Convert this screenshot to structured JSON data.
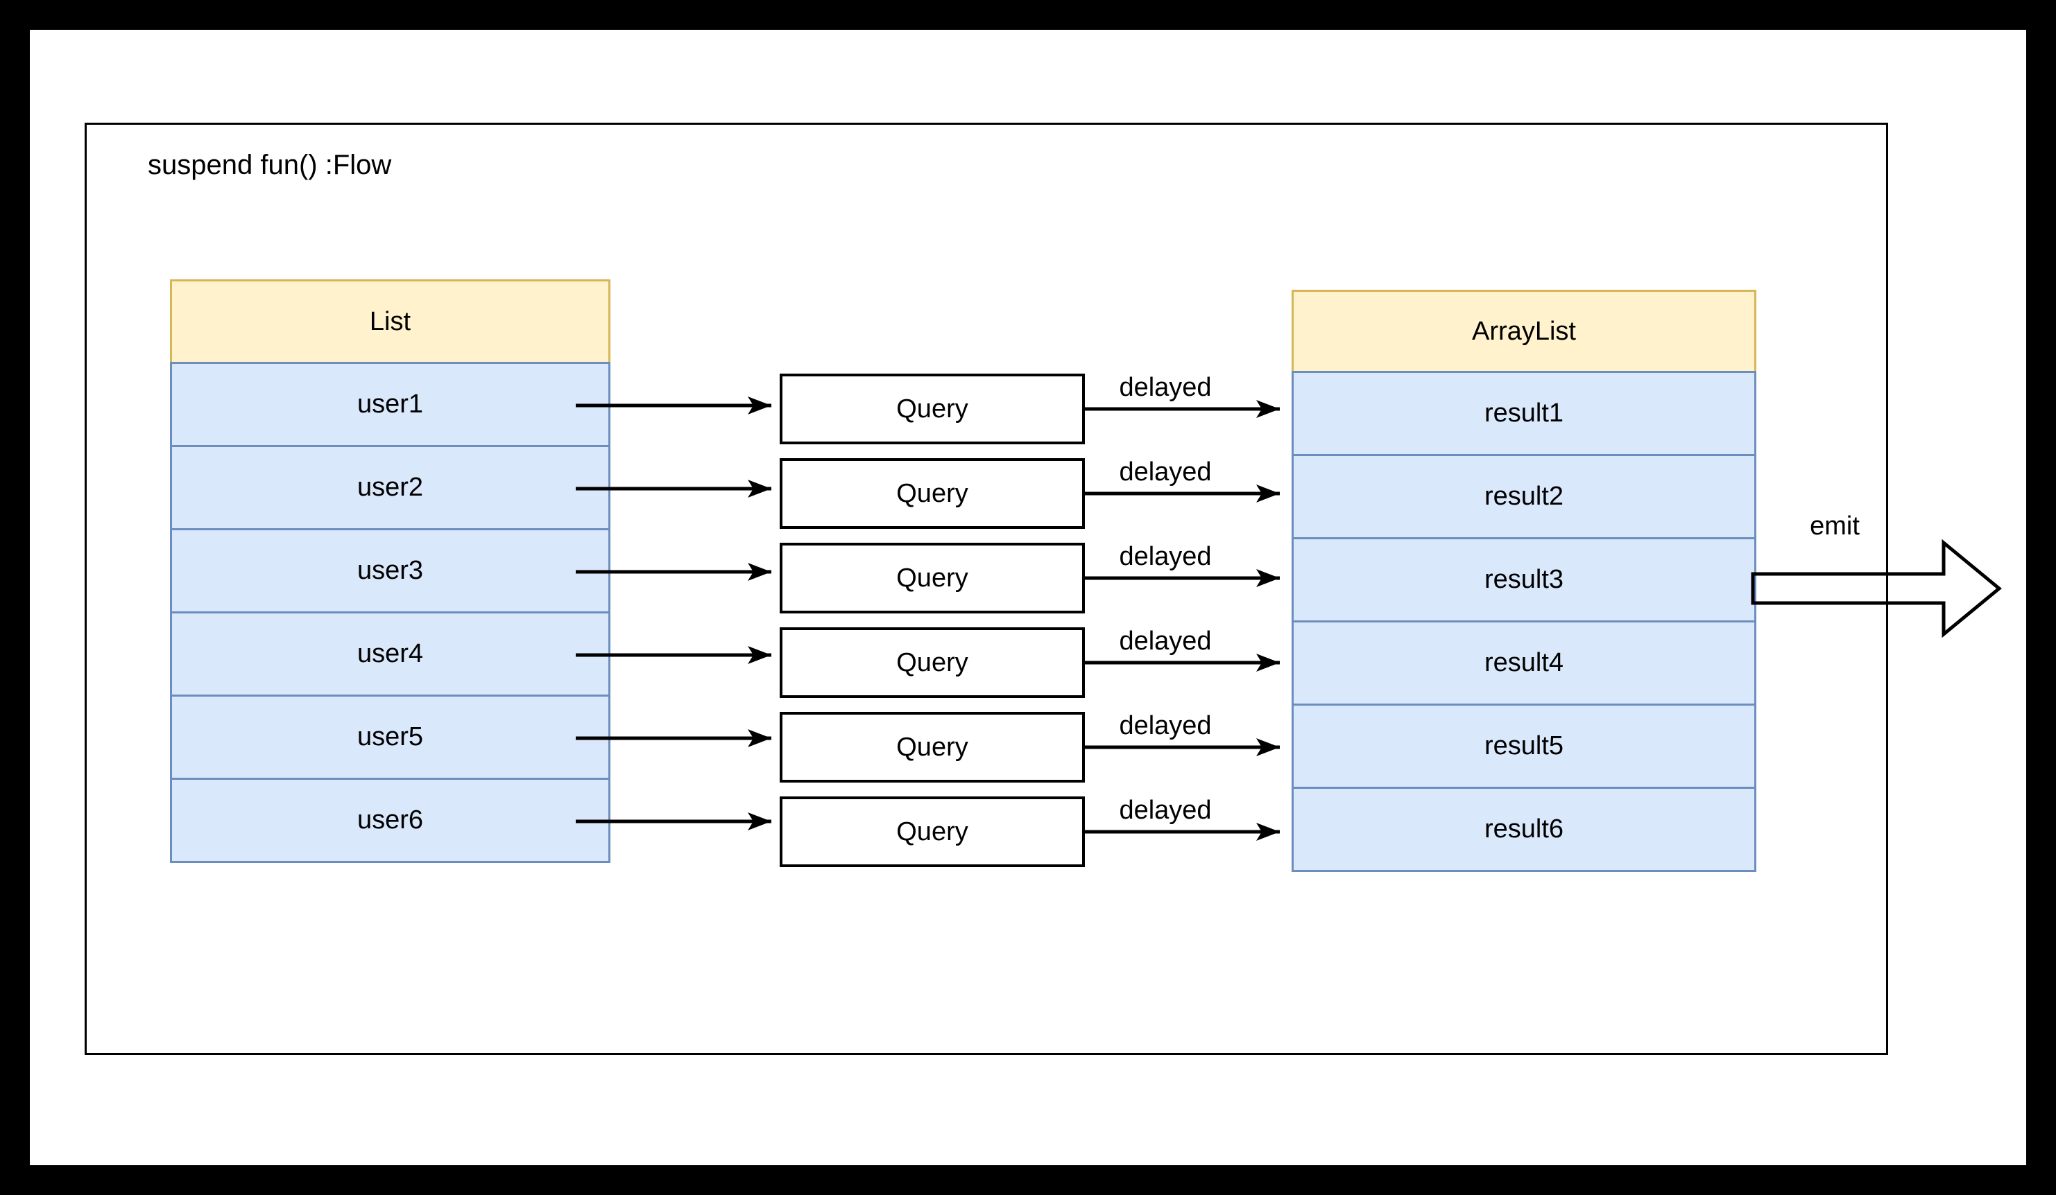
{
  "frame": {
    "title": "suspend fun() :Flow"
  },
  "list_table": {
    "header": "List",
    "rows": [
      "user1",
      "user2",
      "user3",
      "user4",
      "user5",
      "user6"
    ]
  },
  "query_boxes": [
    "Query",
    "Query",
    "Query",
    "Query",
    "Query",
    "Query"
  ],
  "delayed_labels": [
    "delayed",
    "delayed",
    "delayed",
    "delayed",
    "delayed",
    "delayed"
  ],
  "array_table": {
    "header": "ArrayList",
    "rows": [
      "result1",
      "result2",
      "result3",
      "result4",
      "result5",
      "result6"
    ]
  },
  "emit_label": "emit",
  "colors": {
    "table_header_fill": "#FFF2CC",
    "table_header_border": "#D6B656",
    "table_row_fill": "#DAE8FC",
    "table_row_border": "#6C8EBF",
    "arrow": "#000000",
    "background_frame": "#000000",
    "page": "#FFFFFF"
  }
}
